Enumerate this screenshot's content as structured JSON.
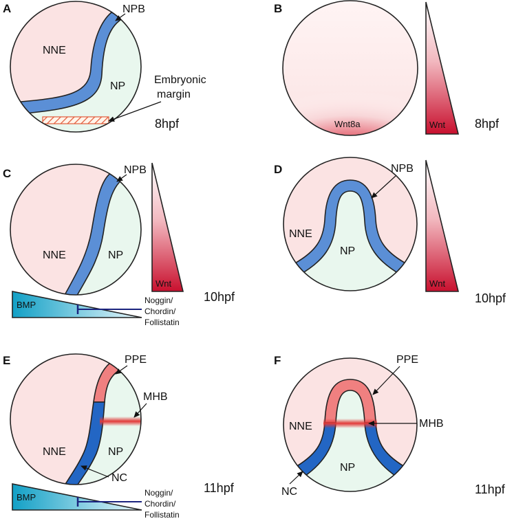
{
  "panels": {
    "A": {
      "letter": "A",
      "nne": "NNE",
      "np": "NP",
      "npb": "NPB",
      "margin_line1": "Embryonic",
      "margin_line2": "margin",
      "time": "8hpf"
    },
    "B": {
      "letter": "B",
      "wnt8a": "Wnt8a",
      "wnt": "Wnt",
      "time": "8hpf"
    },
    "C": {
      "letter": "C",
      "nne": "NNE",
      "np": "NP",
      "npb": "NPB",
      "wnt": "Wnt",
      "bmp": "BMP",
      "inhibitor_line1": "Noggin/",
      "inhibitor_line2": "Chordin/",
      "inhibitor_line3": "Follistatin",
      "time": "10hpf"
    },
    "D": {
      "letter": "D",
      "nne": "NNE",
      "np": "NP",
      "npb": "NPB",
      "wnt": "Wnt",
      "time": "10hpf"
    },
    "E": {
      "letter": "E",
      "nne": "NNE",
      "np": "NP",
      "ppe": "PPE",
      "mhb": "MHB",
      "nc": "NC",
      "bmp": "BMP",
      "inhibitor_line1": "Noggin/",
      "inhibitor_line2": "Chordin/",
      "inhibitor_line3": "Follistatin",
      "time": "11hpf"
    },
    "F": {
      "letter": "F",
      "nne": "NNE",
      "np": "NP",
      "ppe": "PPE",
      "mhb": "MHB",
      "nc": "NC",
      "time": "11hpf"
    }
  },
  "colors": {
    "nne": "#fbe3e3",
    "np": "#e9f7ee",
    "npb": "#5b8fd6",
    "nc": "#2366c4",
    "ppe": "#f08080",
    "mhb": "#e23a3a",
    "wnt": "#c8102e",
    "bmp": "#1aa3c8",
    "inhibitor": "#1a237e"
  }
}
